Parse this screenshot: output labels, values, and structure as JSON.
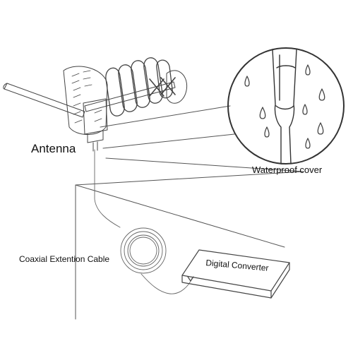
{
  "labels": {
    "antenna": "Antenna",
    "waterproof_cover": "Waterproof cover",
    "coaxial_cable": "Coaxial Extention Cable",
    "digital_converter": "Digital Converter"
  },
  "colors": {
    "line": "#555555",
    "drop": "#444444",
    "background": "#ffffff"
  }
}
